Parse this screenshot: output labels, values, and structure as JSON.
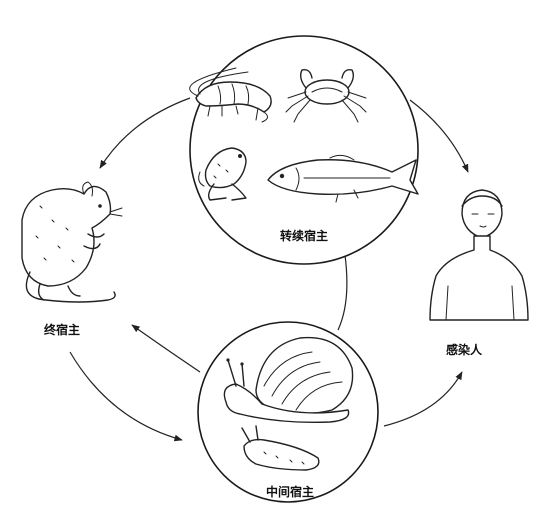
{
  "labels": {
    "paratenic_host": "转续宿主",
    "definitive_host": "终宿主",
    "intermediate_host": "中间宿主",
    "infected_human": "感染人"
  },
  "icons": {
    "shrimp": "shrimp-icon",
    "crab": "crab-icon",
    "frog": "frog-icon",
    "fish": "fish-icon",
    "rat": "rat-icon",
    "snail": "snail-icon",
    "slug": "slug-icon",
    "human": "human-icon"
  }
}
